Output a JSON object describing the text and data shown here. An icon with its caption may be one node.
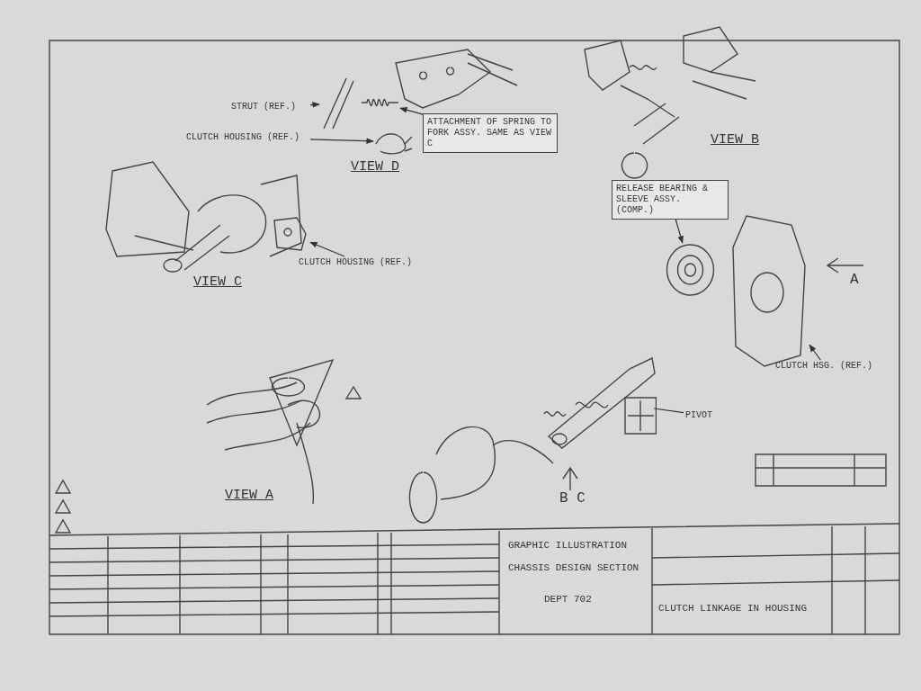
{
  "diagram": {
    "nodes": [
      {
        "text": [
          "STRUT (REF.)"
        ]
      },
      {
        "text": [],
        "shape": "picture"
      },
      {
        "text": [
          "CLUTCH HOUSING (REF.)"
        ]
      },
      {
        "text": [],
        "shape": "picture"
      },
      {
        "text": [
          "ATTACHMENT OF SPRING TO FORK ASSY. SAME AS VIEW C"
        ]
      },
      {
        "text": [],
        "shape": "picture"
      },
      {
        "text": [
          "CLUTCH HOUSING (REF.)"
        ]
      },
      {
        "text": [],
        "shape": "picture"
      },
      {
        "text": [
          "RELEASE BEARING & SLEEVE ASSY. (COMP.)"
        ]
      },
      {
        "text": [],
        "shape": "picture"
      },
      {
        "text": [
          "CLUTCH HSG. (REF.)"
        ]
      },
      {
        "text": [],
        "shape": "picture"
      },
      {
        "text": [
          "PIVOT"
        ]
      },
      {
        "text": [],
        "shape": "picture"
      }
    ],
    "edges": [
      {
        "from": 0,
        "to": 1,
        "arrow": "to"
      },
      {
        "from": 2,
        "to": 3,
        "arrow": "to"
      },
      {
        "from": 4,
        "to": 5,
        "arrow": "to"
      },
      {
        "from": 6,
        "to": 7,
        "arrow": "to"
      },
      {
        "from": 8,
        "to": 9,
        "arrow": "to"
      },
      {
        "from": 10,
        "to": 11,
        "arrow": "to"
      },
      {
        "from": 12,
        "to": 13,
        "arrow": "none"
      }
    ],
    "labels": [
      "VIEW D",
      "VIEW B",
      "VIEW C",
      "A",
      "VIEW A",
      "B C",
      "GRAPHIC ILLUSTRATION",
      "CHASSIS DESIGN SECTION",
      "DEPT 702",
      "CLUTCH LINKAGE IN HOUSING"
    ]
  }
}
